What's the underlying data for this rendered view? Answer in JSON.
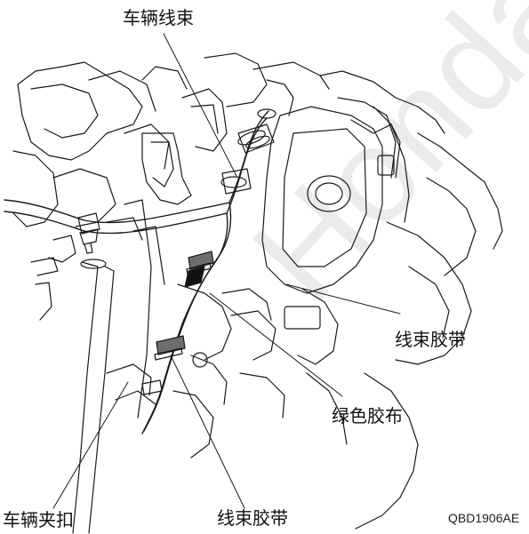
{
  "labels": {
    "harness_top": "车辆线束",
    "harness_band_right": "线束胶带",
    "green_tape": "绿色胶布",
    "harness_clip": "车辆夹扣",
    "harness_band_bottom": "线束胶带"
  },
  "figure_code": "QBD1906AE",
  "watermark": "Honda"
}
